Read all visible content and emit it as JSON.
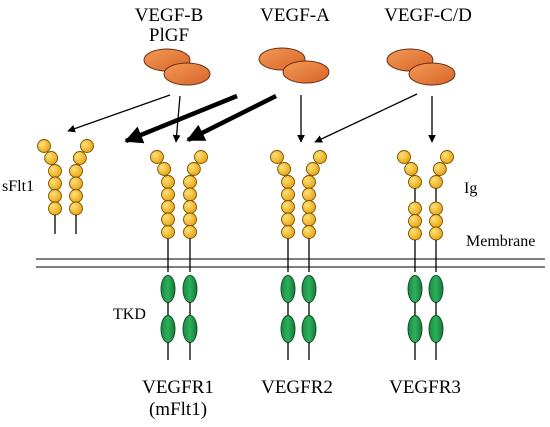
{
  "ligands": {
    "vegf_b_line1": "VEGF-B",
    "vegf_b_line2": "PlGF",
    "vegf_a": "VEGF-A",
    "vegf_cd": "VEGF-C/D"
  },
  "receptors": {
    "sflt1": "sFlt1",
    "vegfr1_line1": "VEGFR1",
    "vegfr1_line2": "(mFlt1)",
    "vegfr2": "VEGFR2",
    "vegfr3": "VEGFR3"
  },
  "annotations": {
    "ig": "Ig",
    "membrane": "Membrane",
    "tkd": "TKD"
  },
  "colors": {
    "ligand": "#e87a35",
    "ig_domain": "#f2b21a",
    "tkd": "#1e9a4a",
    "line": "#000000"
  }
}
